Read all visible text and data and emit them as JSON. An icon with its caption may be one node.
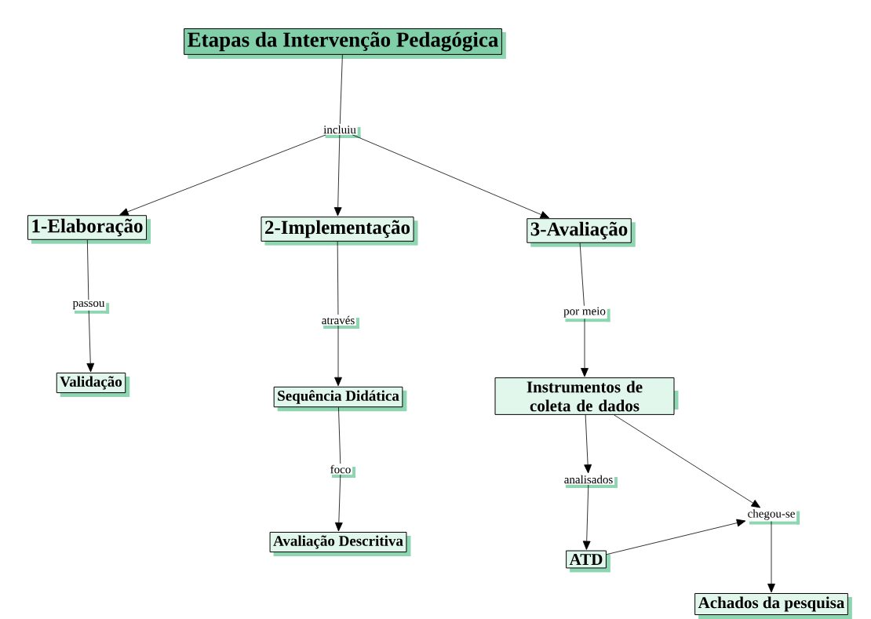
{
  "diagram": {
    "nodes": [
      {
        "text": [
          "Etapas da Intervenção Pedagógica"
        ]
      },
      {
        "text": [
          "incluiu"
        ]
      },
      {
        "text": [
          "1-Elaboração"
        ]
      },
      {
        "text": [
          "2-Implementação"
        ]
      },
      {
        "text": [
          "3-Avaliação"
        ]
      },
      {
        "text": [
          "passou"
        ]
      },
      {
        "text": [
          "Validação"
        ]
      },
      {
        "text": [
          "através"
        ]
      },
      {
        "text": [
          "Sequência Didática"
        ]
      },
      {
        "text": [
          "foco"
        ]
      },
      {
        "text": [
          "Avaliação Descritiva"
        ]
      },
      {
        "text": [
          "por meio"
        ]
      },
      {
        "text": [
          "Instrumentos de coleta de dados"
        ]
      },
      {
        "text": [
          "analisados"
        ]
      },
      {
        "text": [
          "chegou-se"
        ]
      },
      {
        "text": [
          "ATD"
        ]
      },
      {
        "text": [
          "Achados da pesquisa"
        ]
      }
    ],
    "edges": [
      {
        "from": 0,
        "to": 1,
        "arrow": "none"
      },
      {
        "from": 1,
        "to": 2,
        "arrow": "to"
      },
      {
        "from": 1,
        "to": 3,
        "arrow": "to"
      },
      {
        "from": 1,
        "to": 4,
        "arrow": "to"
      },
      {
        "from": 2,
        "to": 5,
        "arrow": "none"
      },
      {
        "from": 5,
        "to": 6,
        "arrow": "to"
      },
      {
        "from": 3,
        "to": 7,
        "arrow": "none"
      },
      {
        "from": 7,
        "to": 8,
        "arrow": "to"
      },
      {
        "from": 8,
        "to": 9,
        "arrow": "none"
      },
      {
        "from": 9,
        "to": 10,
        "arrow": "to"
      },
      {
        "from": 4,
        "to": 11,
        "arrow": "none"
      },
      {
        "from": 11,
        "to": 12,
        "arrow": "to"
      },
      {
        "from": 12,
        "to": 13,
        "arrow": "to"
      },
      {
        "from": 13,
        "to": 15,
        "arrow": "to"
      },
      {
        "from": 12,
        "to": 14,
        "arrow": "to"
      },
      {
        "from": 15,
        "to": 14,
        "arrow": "to"
      },
      {
        "from": 14,
        "to": 16,
        "arrow": "to"
      }
    ]
  }
}
